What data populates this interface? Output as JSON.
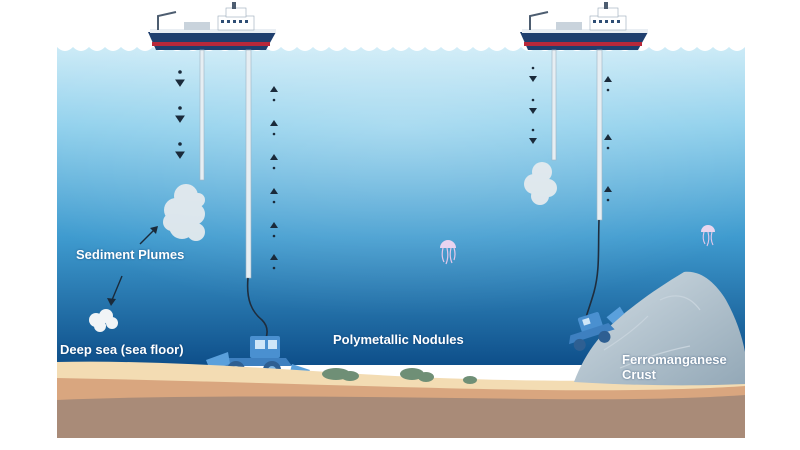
{
  "labels": {
    "sediment_plumes": "Sediment Plumes",
    "deep_sea": "Deep sea (sea floor)",
    "polymetallic_nodules": "Polymetallic Nodules",
    "crust_line1": "Ferromanganese",
    "crust_line2": "Crust"
  },
  "colors": {
    "ocean_top": "#bfe6f5",
    "ocean_mid": "#3f9bcf",
    "ocean_bottom": "#0e4f8a",
    "sand": "#f3dcb3",
    "sediment_mid": "#d9a67f",
    "sediment_deep": "#a98b78",
    "ship_hull": "#1f3f6e",
    "ship_stripe": "#b8283a",
    "machine": "#4a90d0",
    "rock": "#aebfcc"
  },
  "icons": [
    "ship-icon",
    "riser-pipe-icon",
    "sediment-plume-icon",
    "jellyfish-icon",
    "seafloor-collector-icon",
    "nodule-cluster-icon",
    "crust-rock-icon",
    "arrow-up-icon",
    "arrow-down-icon"
  ]
}
